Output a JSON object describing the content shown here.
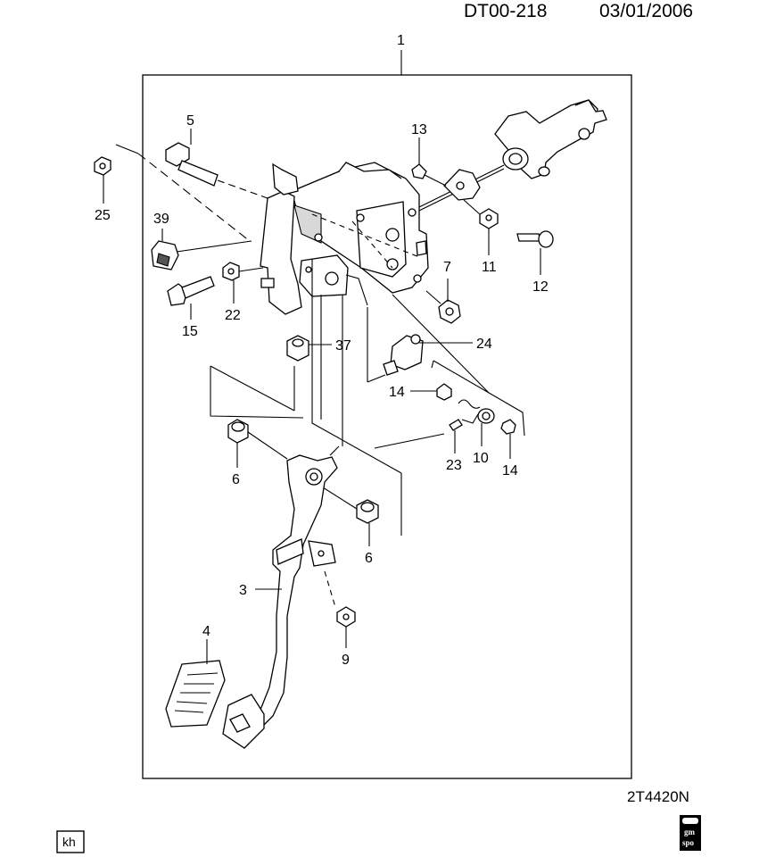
{
  "header": {
    "doc_code": "DT00-218",
    "date": "03/01/2006"
  },
  "figure_code": "2T4420N",
  "footer": {
    "left_badge": "kh",
    "logo_line1": "gm",
    "logo_line2": "spo"
  },
  "callouts": [
    {
      "id": "p1",
      "label": "1"
    },
    {
      "id": "p5",
      "label": "5"
    },
    {
      "id": "p13",
      "label": "13"
    },
    {
      "id": "p25",
      "label": "25"
    },
    {
      "id": "p39",
      "label": "39"
    },
    {
      "id": "p11",
      "label": "11"
    },
    {
      "id": "p12",
      "label": "12"
    },
    {
      "id": "p7",
      "label": "7"
    },
    {
      "id": "p15",
      "label": "15"
    },
    {
      "id": "p22",
      "label": "22"
    },
    {
      "id": "p37",
      "label": "37"
    },
    {
      "id": "p24",
      "label": "24"
    },
    {
      "id": "p14a",
      "label": "14"
    },
    {
      "id": "p6a",
      "label": "6"
    },
    {
      "id": "p23",
      "label": "23"
    },
    {
      "id": "p10",
      "label": "10"
    },
    {
      "id": "p14b",
      "label": "14"
    },
    {
      "id": "p6b",
      "label": "6"
    },
    {
      "id": "p3",
      "label": "3"
    },
    {
      "id": "p9",
      "label": "9"
    },
    {
      "id": "p4",
      "label": "4"
    }
  ]
}
